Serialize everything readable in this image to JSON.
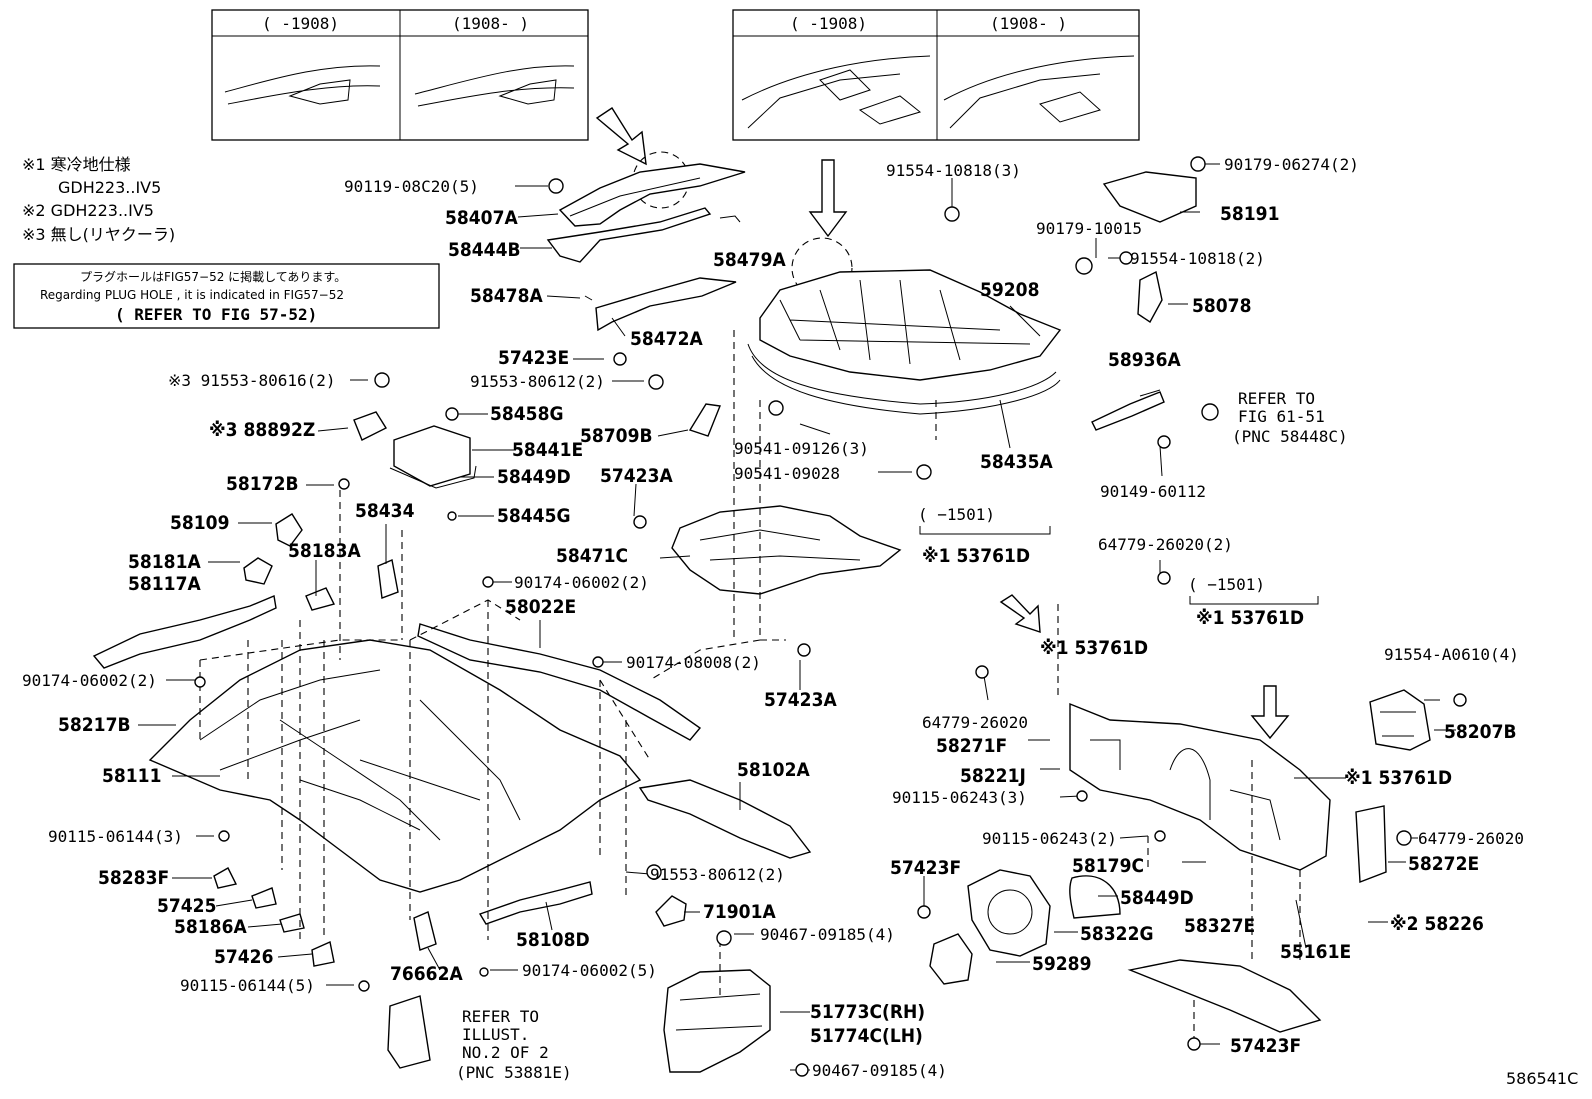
{
  "diagram_id": "586541C",
  "notes": {
    "n1_label": "※1 寒冷地仕様",
    "n1_model": "GDH223..IV5",
    "n2": "※2 GDH223..IV5",
    "n3": "※3 無し(リヤクーラ)"
  },
  "plug_hole_box": {
    "line1": "プラグホールはFIG57−52 に掲載してあります。",
    "line2": "Regarding PLUG HOLE , it is indicated in FIG57−52",
    "line3": "( REFER TO FIG 57-52)"
  },
  "insets": {
    "left_a": "(   -1908)",
    "left_b": "(1908-   )",
    "right_a": "(   -1908)",
    "right_b": "(1908-   )"
  },
  "refer_fig": {
    "line1": "REFER TO",
    "line2": "FIG 61-51",
    "line3": "(PNC 58448C)"
  },
  "refer_illust": {
    "line1": "REFER TO",
    "line2": "ILLUST.",
    "line3": "NO.2 OF 2",
    "line4": "(PNC 53881E)"
  },
  "range_labels": {
    "r1": "(    −1501)",
    "r2": "(    −1501)"
  },
  "parts": {
    "p90119": "90119-08C20(5)",
    "p58407A": "58407A",
    "p58444B": "58444B",
    "p58479A": "58479A",
    "p58478A": "58478A",
    "p58472A": "58472A",
    "p57423E": "57423E",
    "p91553_80612a": "91553-80612(2)",
    "p58709B": "58709B",
    "p91553_80616": "※3 91553-80616(2)",
    "p88892Z": "※3 88892Z",
    "p58458G": "58458G",
    "p58441E": "58441E",
    "p58449D_a": "58449D",
    "p58445G": "58445G",
    "p58172B": "58172B",
    "p58109": "58109",
    "p58434": "58434",
    "p58181A": "58181A",
    "p58183A": "58183A",
    "p58117A": "58117A",
    "p90174_06002_a": "90174-06002(2)",
    "p90174_06002_b": "90174-06002(2)",
    "p58022E": "58022E",
    "p90174_08008": "90174-08008(2)",
    "p58217B": "58217B",
    "p58111": "58111",
    "p90115_06144_3": "90115-06144(3)",
    "p58283F": "58283F",
    "p57425": "57425",
    "p58186A": "58186A",
    "p57426": "57426",
    "p90115_06144_5": "90115-06144(5)",
    "p76662A": "76662A",
    "p90174_06002_5": "90174-06002(5)",
    "p58108D": "58108D",
    "p71901A": "71901A",
    "p91553_80612b": "91553-80612(2)",
    "p58102A": "58102A",
    "p57423A_a": "57423A",
    "p58471C": "58471C",
    "p57423A_b": "57423A",
    "p91554_10818_3": "91554-10818(3)",
    "p59208": "59208",
    "p90541_09126": "90541-09126(3)",
    "p90541_09028": "90541-09028",
    "p58435A": "58435A",
    "p90179_06274": "90179-06274(2)",
    "p58191": "58191",
    "p90179_10015": "90179-10015",
    "p91554_10818_2": "91554-10818(2)",
    "p58078": "58078",
    "p58936A": "58936A",
    "p90149_60112": "90149-60112",
    "p53761D_a": "※1 53761D",
    "p53761D_b": "※1 53761D",
    "p53761D_c": "※1 53761D",
    "p53761D_d": "※1 53761D",
    "p64779_26020_2": "64779-26020(2)",
    "p64779_26020_a": "64779-26020",
    "p64779_26020_b": "64779-26020",
    "p91554_A0610": "91554-A0610(4)",
    "p58207B": "58207B",
    "p58271F": "58271F",
    "p58221J": "58221J",
    "p90115_06243_3": "90115-06243(3)",
    "p90115_06243_2": "90115-06243(2)",
    "p58179C": "58179C",
    "p58272E": "58272E",
    "p57423F_a": "57423F",
    "p58449D_b": "58449D",
    "p58322G": "58322G",
    "p59289": "59289",
    "p58327E": "58327E",
    "p55161E": "55161E",
    "p58226": "※2 58226",
    "p57423F_b": "57423F",
    "p90467_a": "90467-09185(4)",
    "p90467_b": "90467-09185(4)",
    "p51773C": "51773C(RH)",
    "p51774C": "51774C(LH)"
  }
}
